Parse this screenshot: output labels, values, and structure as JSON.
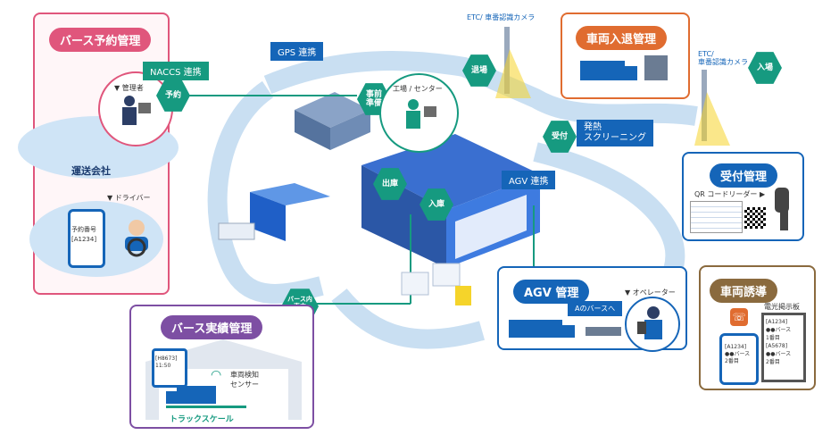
{
  "colors": {
    "teal": "#169a80",
    "blue": "#1565b8",
    "pink": "#e0567c",
    "purple": "#7d4fa3",
    "orange": "#e06c30",
    "brown": "#8a6a3e",
    "road": "#c9dff2"
  },
  "berth_reservation": {
    "title": "バース予約管理",
    "manager": "▼ 管理者",
    "driver": "▼ ドライバー",
    "company": "運送会社",
    "phone_label": "予約番号",
    "phone_value": "[A1234]"
  },
  "hex": {
    "reserve": "予約",
    "prep": "事前\n準備",
    "exit_top": "退場",
    "enter_top": "入場",
    "reception": "受付",
    "shipping": "出庫",
    "receiving": "入庫",
    "berth_work": "バース内\n車内\n作業"
  },
  "tags": {
    "naccs": "NACCS 連携",
    "gps": "GPS 連携",
    "agv": "AGV 連携",
    "fever": "発熱\nスクリーニング"
  },
  "factory": {
    "label": "工場 / センター"
  },
  "etc_top": "ETC/ 車番認識カメラ",
  "etc_right": "ETC/\n車番認識カメラ",
  "vehicle_io": {
    "title": "車両入退管理"
  },
  "reception_mgmt": {
    "title": "受付管理",
    "qr": "QR コードリーダー ▶"
  },
  "vehicle_guide": {
    "title": "車両誘導",
    "board": "電光掲示板",
    "phone_lines": "[A1234]\n●●バース\n2番目",
    "board_lines": "[A1234]\n●●バース\n1番目\n[A5678]\n●●バース\n2番目"
  },
  "agv_mgmt": {
    "title": "AGV 管理",
    "bubble": "Aのバースへ",
    "operator": "▼ オペレーター"
  },
  "berth_record": {
    "title": "バース実績管理",
    "sensor": "車両検知\nセンサー",
    "scale": "トラックスケール",
    "tablet": "[H8673]\n11:50"
  }
}
